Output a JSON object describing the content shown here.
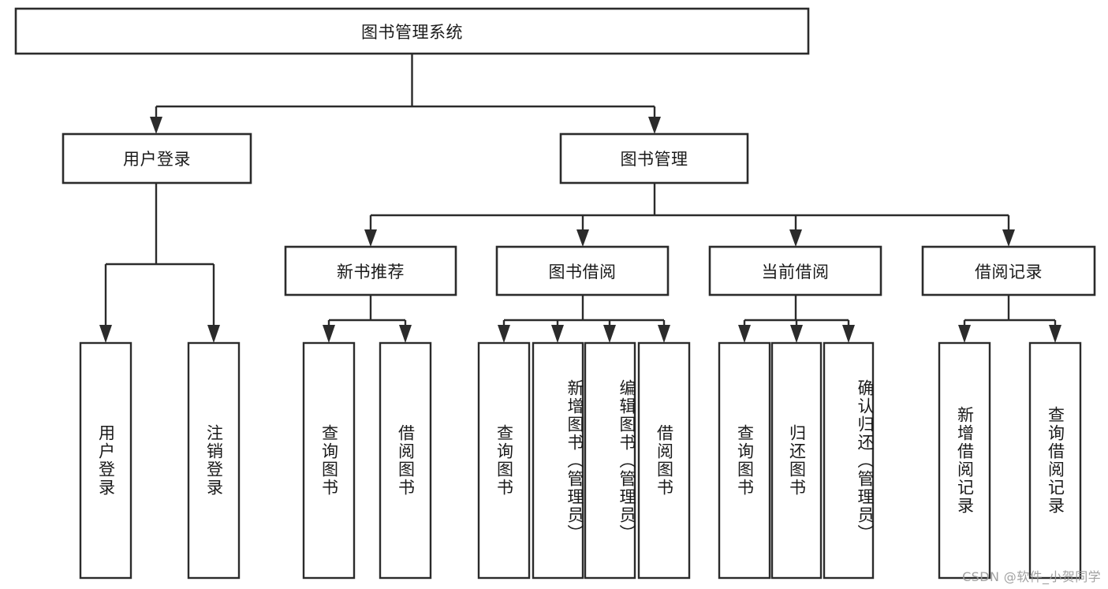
{
  "diagram": {
    "type": "tree-hierarchy",
    "orientation": "top-down",
    "colors": {
      "box_fill": "#ffffff",
      "box_stroke": "#2b2b2b",
      "text": "#1a1a1a",
      "background": "#ffffff",
      "watermark": "#9a9a9a"
    },
    "root": {
      "label": "图书管理系统",
      "level": 0
    },
    "level1": [
      {
        "id": "user-login",
        "label": "用户登录"
      },
      {
        "id": "book-management",
        "label": "图书管理"
      }
    ],
    "level2": [
      {
        "id": "new-book-recommend",
        "label": "新书推荐",
        "parent": "book-management"
      },
      {
        "id": "book-borrow",
        "label": "图书借阅",
        "parent": "book-management"
      },
      {
        "id": "current-borrow",
        "label": "当前借阅",
        "parent": "book-management"
      },
      {
        "id": "borrow-record",
        "label": "借阅记录",
        "parent": "book-management"
      }
    ],
    "leaves": {
      "user-login": [
        {
          "id": "leaf-user-login",
          "label": "用户登录"
        },
        {
          "id": "leaf-logout",
          "label": "注销登录"
        }
      ],
      "new-book-recommend": [
        {
          "id": "leaf-query-book-1",
          "label": "查询图书"
        },
        {
          "id": "leaf-borrow-book-1",
          "label": "借阅图书"
        }
      ],
      "book-borrow": [
        {
          "id": "leaf-query-book-2",
          "label": "查询图书"
        },
        {
          "id": "leaf-add-book",
          "label": "新增图书（管理员）"
        },
        {
          "id": "leaf-edit-book",
          "label": "编辑图书（管理员）"
        },
        {
          "id": "leaf-borrow-book-2",
          "label": "借阅图书"
        }
      ],
      "current-borrow": [
        {
          "id": "leaf-query-book-3",
          "label": "查询图书"
        },
        {
          "id": "leaf-return-book",
          "label": "归还图书"
        },
        {
          "id": "leaf-confirm-return",
          "label": "确认归还（管理员）"
        }
      ],
      "borrow-record": [
        {
          "id": "leaf-add-record",
          "label": "新增借阅记录"
        },
        {
          "id": "leaf-query-record",
          "label": "查询借阅记录"
        }
      ]
    }
  },
  "watermark": {
    "text": "CSDN @软件_小贺同学"
  }
}
